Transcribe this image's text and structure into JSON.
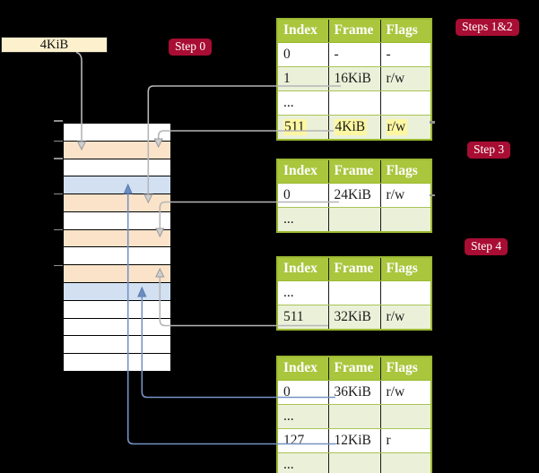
{
  "frame_size_label": "4KiB",
  "badges": {
    "step0": "Step 0",
    "steps_1_2": "Steps 1&2",
    "step3": "Step 3",
    "step4": "Step 4"
  },
  "page_tables": [
    {
      "headers": [
        "Index",
        "Frame",
        "Flags"
      ],
      "rows": [
        [
          "0",
          "-",
          "-"
        ],
        [
          "1",
          "16KiB",
          "r/w"
        ],
        [
          "...",
          "",
          ""
        ],
        [
          "511",
          "4KiB",
          "r/w"
        ]
      ],
      "highlighted_row": 3
    },
    {
      "headers": [
        "Index",
        "Frame",
        "Flags"
      ],
      "rows": [
        [
          "0",
          "24KiB",
          "r/w"
        ],
        [
          "...",
          "",
          ""
        ]
      ]
    },
    {
      "headers": [
        "Index",
        "Frame",
        "Flags"
      ],
      "rows": [
        [
          "...",
          "",
          ""
        ],
        [
          "511",
          "32KiB",
          "r/w"
        ]
      ]
    },
    {
      "headers": [
        "Index",
        "Frame",
        "Flags"
      ],
      "rows": [
        [
          "0",
          "36KiB",
          "r/w"
        ],
        [
          "...",
          "",
          ""
        ],
        [
          "127",
          "12KiB",
          "r"
        ],
        [
          "...",
          "",
          ""
        ]
      ]
    }
  ],
  "memory_column": {
    "row_colors": [
      "white",
      "orange",
      "white",
      "blue",
      "orange",
      "white",
      "orange",
      "white",
      "orange",
      "blue",
      "white",
      "white",
      "white",
      "white"
    ]
  },
  "connectors": [
    {
      "from": "frame-size-label-box",
      "to": "memory-row-2",
      "color": "gray"
    },
    {
      "from": "table-1-row-1-16KiB",
      "to": "memory-row-5",
      "color": "gray"
    },
    {
      "from": "table-1-row-511-4KiB",
      "to": "memory-row-2",
      "color": "gray"
    },
    {
      "from": "table-2-row-0-24KiB",
      "to": "memory-row-7",
      "color": "gray"
    },
    {
      "from": "table-3-row-511-32KiB",
      "to": "memory-row-9",
      "color": "gray"
    },
    {
      "from": "table-4-row-0-36KiB",
      "to": "memory-row-10",
      "color": "blue"
    },
    {
      "from": "table-4-row-127-12KiB",
      "to": "memory-row-4",
      "color": "blue"
    }
  ],
  "colors": {
    "background": "#000000",
    "table_header_green": "#a9c63d",
    "table_row_green": "#ebf1d9",
    "table_border_green": "#9cba33",
    "badge_red": "#a80d33",
    "memory_orange": "#fbe3c9",
    "memory_blue": "#d2e0f2",
    "frame_label_cream": "#fcf0cd",
    "connector_gray": "#b6b6b6",
    "connector_blue": "#7593c4",
    "highlight_yellow": "#fdf7a2"
  }
}
